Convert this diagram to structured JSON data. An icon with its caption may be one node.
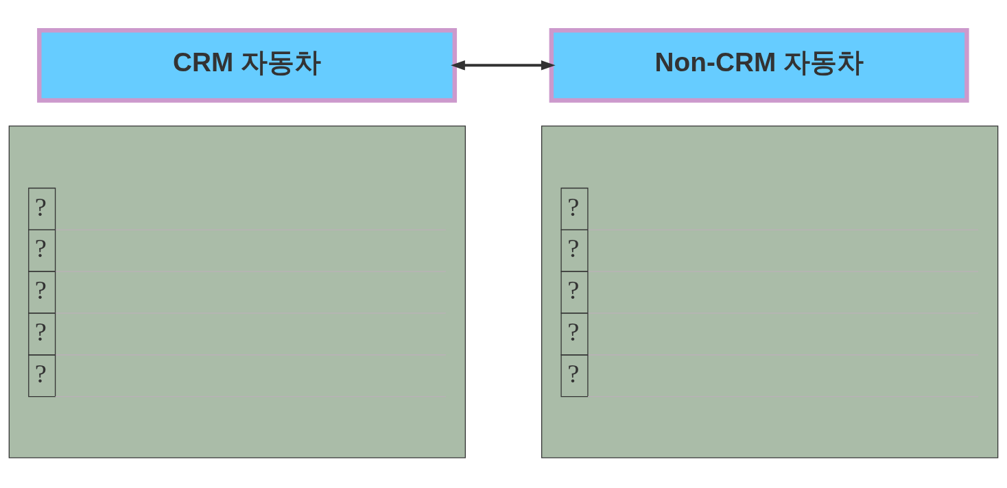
{
  "diagram": {
    "nodes": [
      {
        "text": [
          "CRM 자동차"
        ]
      },
      {
        "text": [
          "Non-CRM 자동차"
        ]
      },
      {
        "text": [
          "?",
          "?",
          "?",
          "?",
          "?"
        ]
      },
      {
        "text": [
          "?",
          "?",
          "?",
          "?",
          "?"
        ]
      }
    ],
    "edges": [
      {
        "from": 0,
        "to": 1,
        "arrow": "both"
      }
    ]
  }
}
